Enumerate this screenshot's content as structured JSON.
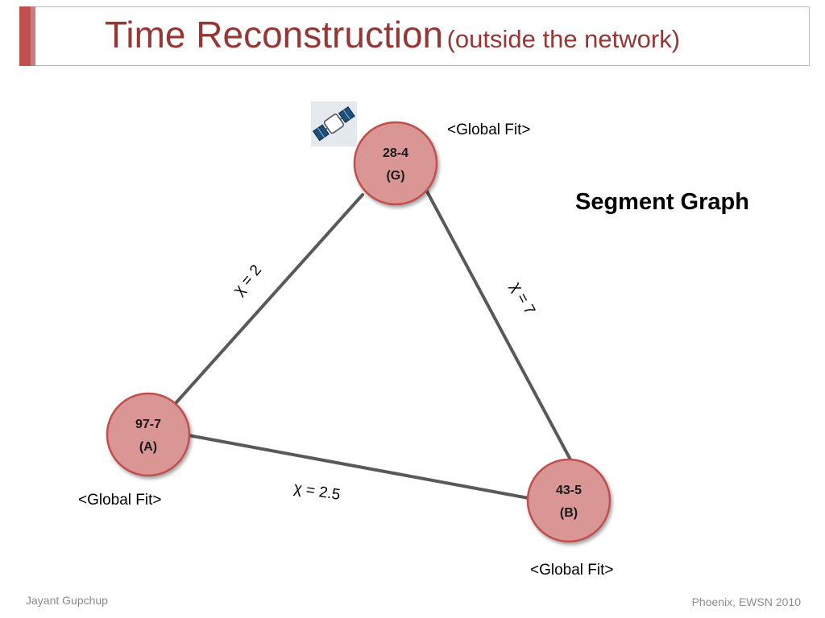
{
  "slide": {
    "title_main": "Time Reconstruction",
    "title_sub": "(outside the network)",
    "heading": "Segment Graph",
    "footer_left": "Jayant Gupchup",
    "footer_right": "Phoenix, EWSN 2010"
  },
  "nodes": [
    {
      "id": "G",
      "line1": "28-4",
      "line2": "(G)",
      "fit": "<Global Fit>"
    },
    {
      "id": "A",
      "line1": "97-7",
      "line2": "(A)",
      "fit": "<Global Fit>"
    },
    {
      "id": "B",
      "line1": "43-5",
      "line2": "(B)",
      "fit": "<Global Fit>"
    }
  ],
  "edges": [
    {
      "from": "G",
      "to": "A",
      "label": "χ = 2"
    },
    {
      "from": "G",
      "to": "B",
      "label": "χ = 7"
    },
    {
      "from": "A",
      "to": "B",
      "label": "χ = 2.5"
    }
  ],
  "icons": [
    "satellite-icon"
  ],
  "colors": {
    "title": "#953735",
    "accent_bar": "#c0504d",
    "node_fill": "#d99694",
    "node_stroke": "#c0504d",
    "edge": "#595959"
  }
}
